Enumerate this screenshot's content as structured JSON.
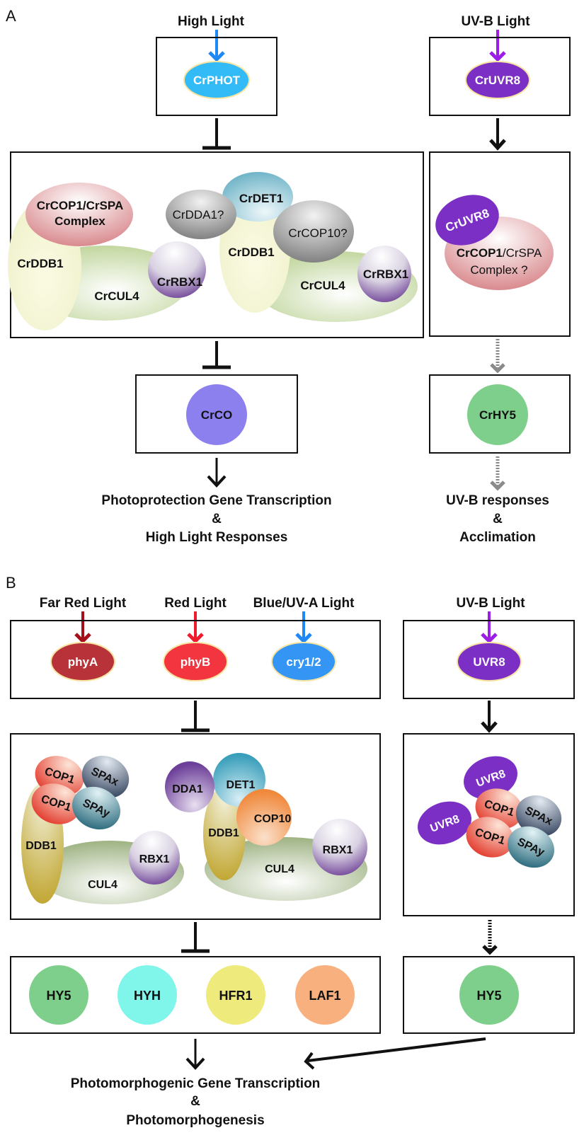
{
  "panels": {
    "A": {
      "label": "A",
      "left": {
        "light_label": "High Light",
        "light_color": "#1e88f5",
        "photoreceptor": {
          "label": "CrPHOT",
          "color": "#33bbf8",
          "text_color": "#ffffff"
        },
        "complex_1": {
          "cop1_spa": {
            "line1": "CrCOP1/CrSPA",
            "line2": "Complex"
          },
          "ddb1": "CrDDB1",
          "cul4": "CrCUL4",
          "rbx1": "CrRBX1"
        },
        "complex_2": {
          "dda1": "CrDDA1?",
          "det1": "CrDET1",
          "cop10": "CrCOP10?",
          "ddb1": "CrDDB1",
          "cul4": "CrCUL4",
          "rbx1": "CrRBX1"
        },
        "target": {
          "label": "CrCO",
          "color": "#8b80ee"
        },
        "outcome": [
          "Photoprotection Gene Transcription",
          "&",
          "High Light Responses"
        ]
      },
      "right": {
        "light_label": "UV-B Light",
        "light_color": "#9b1ee6",
        "photoreceptor": {
          "label": "CrUVR8",
          "color": "#7b2fc4",
          "text_color": "#ffffff"
        },
        "uvr8_bound": "CrUVR8",
        "cop1_spa": {
          "line1_bold": "CrCOP1",
          "line1_rest": "/CrSPA",
          "line2": "Complex ?"
        },
        "target": {
          "label": "CrHY5",
          "color": "#7ecf8b"
        },
        "outcome": [
          "UV-B responses",
          "&",
          "Acclimation"
        ]
      }
    },
    "B": {
      "label": "B",
      "left": {
        "lights": [
          {
            "label": "Far Red Light",
            "color": "#a50f17",
            "receptor": "phyA",
            "receptor_color": "#b8323a"
          },
          {
            "label": "Red Light",
            "color": "#ee1c2e",
            "receptor": "phyB",
            "receptor_color": "#f2353f"
          },
          {
            "label": "Blue/UV-A Light",
            "color": "#1e88f5",
            "receptor": "cry1/2",
            "receptor_color": "#3495f4"
          }
        ],
        "complex_1": {
          "cop1_a": "COP1",
          "cop1_b": "COP1",
          "spa_x": "SPAx",
          "spa_y": "SPAy",
          "ddb1": "DDB1",
          "cul4": "CUL4",
          "rbx1": "RBX1"
        },
        "complex_2": {
          "dda1": "DDA1",
          "det1": "DET1",
          "cop10": "COP10",
          "ddb1": "DDB1",
          "cul4": "CUL4",
          "rbx1": "RBX1"
        },
        "targets": [
          {
            "label": "HY5",
            "color": "#7ecf8b"
          },
          {
            "label": "HYH",
            "color": "#80f5ea"
          },
          {
            "label": "HFR1",
            "color": "#eeea7c"
          },
          {
            "label": "LAF1",
            "color": "#f7b07e"
          }
        ],
        "outcome": [
          "Photomorphogenic Gene Transcription",
          "&",
          "Photomorphogenesis"
        ]
      },
      "right": {
        "light_label": "UV-B Light",
        "light_color": "#9b1ee6",
        "photoreceptor": {
          "label": "UVR8",
          "color": "#7b2fc4"
        },
        "uvr8_a": "UVR8",
        "uvr8_b": "UVR8",
        "cop1_a": "COP1",
        "cop1_b": "COP1",
        "spa_x": "SPAx",
        "spa_y": "SPAy",
        "target": {
          "label": "HY5",
          "color": "#7ecf8b"
        }
      }
    }
  }
}
